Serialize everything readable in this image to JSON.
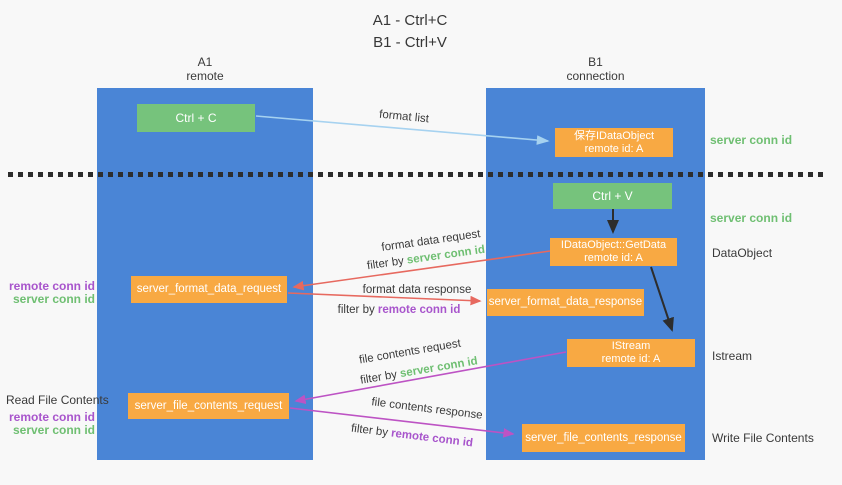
{
  "title": {
    "line1": "A1 - Ctrl+C",
    "line2": "B1 - Ctrl+V"
  },
  "lanes": {
    "left": {
      "name": "A1",
      "role": "remote"
    },
    "right": {
      "name": "B1",
      "role": "connection"
    }
  },
  "nodes": {
    "ctrl_c": {
      "label": "Ctrl + C"
    },
    "save_dataobject": {
      "title": "保存IDataObject",
      "subtitle": "remote id: A"
    },
    "ctrl_v": {
      "label": "Ctrl + V"
    },
    "getdata": {
      "title": "IDataObject::GetData",
      "subtitle": "remote id: A"
    },
    "format_request": {
      "label": "server_format_data_request"
    },
    "format_response": {
      "label": "server_format_data_response"
    },
    "istream": {
      "title": "IStream",
      "subtitle": "remote id: A"
    },
    "file_request": {
      "label": "server_file_contents_request"
    },
    "file_response": {
      "label": "server_file_contents_response"
    }
  },
  "edge_labels": {
    "format_list": "format list",
    "format_request": "format data request",
    "format_request_filter_prefix": "filter by ",
    "format_request_filter_key": "server conn id",
    "format_response": "format data response",
    "format_response_filter_prefix": "filter by ",
    "format_response_filter_key": "remote conn id",
    "file_request": "file contents request",
    "file_request_filter_prefix": "filter by ",
    "file_request_filter_key": "server conn id",
    "file_response": "file contents response",
    "file_response_filter_prefix": "filter by ",
    "file_response_filter_key": "remote conn id"
  },
  "side_labels": {
    "right_server_conn_top": "server conn id",
    "right_server_conn_mid": "server conn id",
    "right_dataobject": "DataObject",
    "right_istream": "Istream",
    "right_write_file": "Write File Contents",
    "left_remote_conn_top": "remote conn id",
    "left_server_conn_top": "server conn id",
    "left_read_file": "Read File Contents",
    "left_remote_conn_bottom": "remote conn id",
    "left_server_conn_bottom": "server conn id"
  },
  "colors": {
    "lane_blue": "#4a85d6",
    "node_green": "#76c37c",
    "node_orange": "#f8a943",
    "arrow_black": "#2d2d2d",
    "arrow_red": "#e7695f",
    "arrow_magenta": "#bd53c4",
    "arrow_lightblue": "#a6d2f0",
    "text_green": "#6fbf72",
    "text_purple": "#a855cc"
  }
}
